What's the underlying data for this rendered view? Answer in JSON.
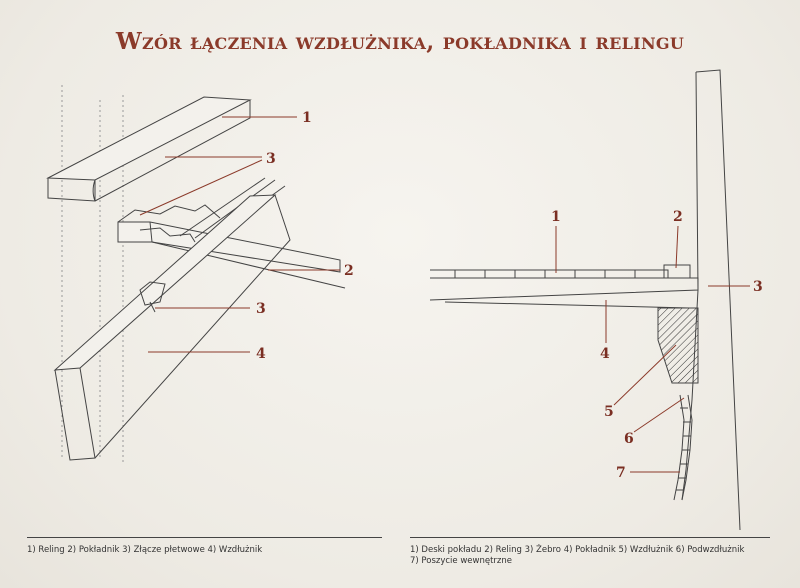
{
  "title": "Wzór łączenia wzdłużnika, pokładnika i relingu",
  "left_figure": {
    "callouts": [
      "1",
      "3",
      "2",
      "3",
      "4"
    ],
    "caption": "1) Reling 2) Pokładnik 3) Złącze płetwowe 4) Wzdłużnik"
  },
  "right_figure": {
    "callouts": [
      "1",
      "2",
      "3",
      "4",
      "5",
      "6",
      "7"
    ],
    "caption_line1": "1) Deski pokładu 2) Reling 3) Żebro 4) Pokładnik 5) Wzdłużnik 6) Podwzdłużnik",
    "caption_line2": "7) Poszycie wewnętrzne"
  },
  "colors": {
    "title": "#8b3a2a",
    "callout": "#7a2e22",
    "leader": "#8b3a2a",
    "ink": "#333333"
  }
}
